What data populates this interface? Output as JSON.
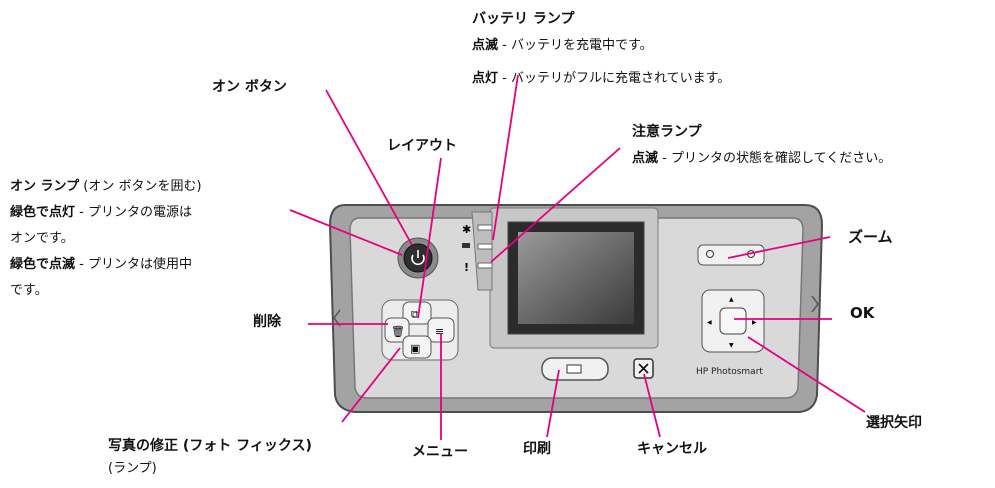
{
  "labels": {
    "power_button": "オン ボタン",
    "layout": "レイアウト",
    "delete": "削除",
    "photo_fix": "写真の修正 (フォト フィックス)",
    "photo_fix_sub": "(ランプ)",
    "menu": "メニュー",
    "print": "印刷",
    "cancel": "キャンセル",
    "zoom": "ズーム",
    "ok": "OK",
    "arrows": "選択矢印",
    "brand": "HP Photosmart"
  },
  "battery": {
    "title": "バッテリ ランプ",
    "l1_key": "点滅",
    "l1_text": " - バッテリを充電中です。",
    "l2_key": "点灯",
    "l2_text": " - バッテリがフルに充電されています。"
  },
  "attention": {
    "title": "注意ランプ",
    "l1_key": "点滅",
    "l1_text": " - プリンタの状態を確認してください。"
  },
  "power_lamp": {
    "title": "オン ランプ",
    "title_rest": " (オン ボタンを囲む)",
    "l1_key": "緑色で点灯",
    "l1_text": " - プリンタの電源は",
    "l2": "オンです。",
    "l3_key": "緑色で点滅",
    "l3_text": " - プリンタは使用中",
    "l4": "です。"
  },
  "colors": {
    "callout": "#e6007e",
    "panel": "#9a9a9a",
    "panel_dark": "#6c6c6c"
  }
}
